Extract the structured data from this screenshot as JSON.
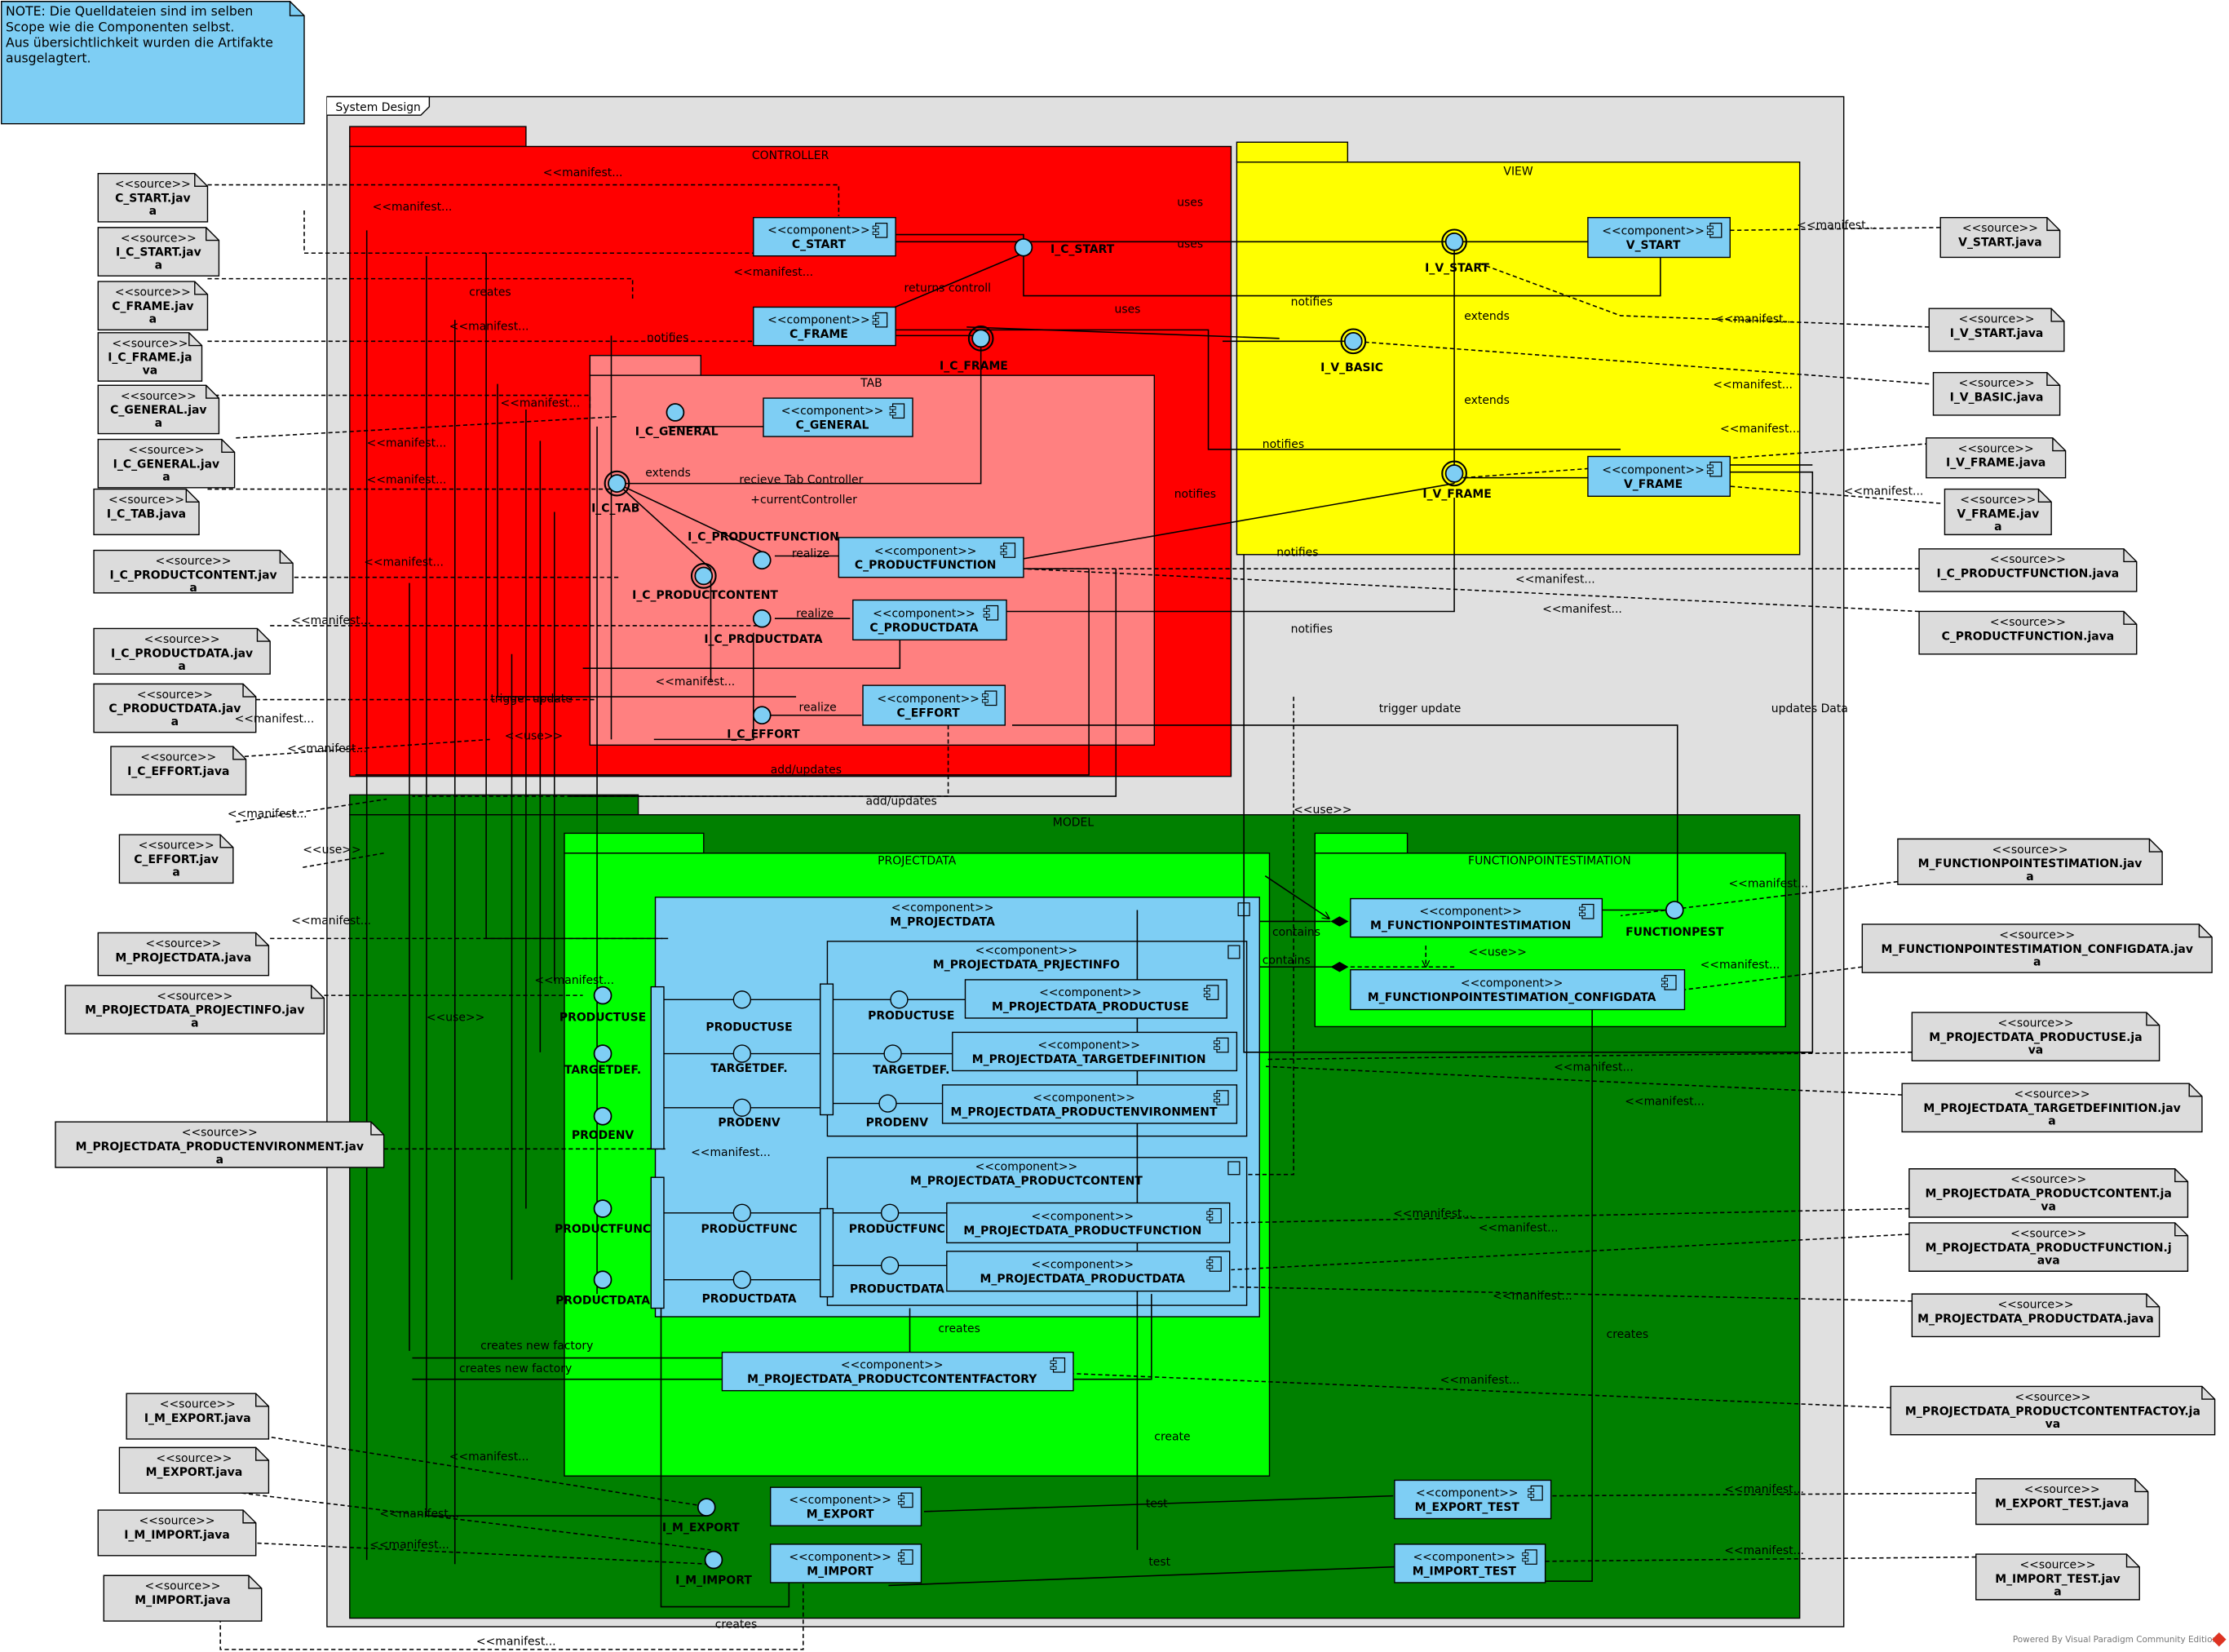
{
  "note": [
    "NOTE: Die Quelldateien sind im selben",
    "Scope wie die Componenten selbst.",
    "Aus übersichtlichkeit wurden die Artifakte",
    "ausgelagtert."
  ],
  "frame_title": "System Design",
  "packages": {
    "controller": "CONTROLLER",
    "view": "VIEW",
    "tab": "TAB",
    "model": "MODEL",
    "projectdata": "PROJECTDATA",
    "fpe": "FUNCTIONPOINTESTIMATION"
  },
  "stereo": {
    "component": "<<component>>",
    "source": "<<source>>",
    "manifest": "<<manifest...",
    "use": "<<use>>"
  },
  "components": [
    "C_START",
    "C_FRAME",
    "C_GENERAL",
    "C_PRODUCTFUNCTION",
    "C_PRODUCTDATA",
    "C_EFFORT",
    "V_START",
    "V_FRAME",
    "M_PROJECTDATA",
    "M_PROJECTDATA_PRJECTINFO",
    "M_PROJECTDATA_PRODUCTUSE",
    "M_PROJECTDATA_TARGETDEFINITION",
    "M_PROJECTDATA_PRODUCTENVIRONMENT",
    "M_PROJECTDATA_PRODUCTCONTENT",
    "M_PROJECTDATA_PRODUCTFUNCTION",
    "M_PROJECTDATA_PRODUCTDATA",
    "M_PROJECTDATA_PRODUCTCONTENTFACTORY",
    "M_FUNCTIONPOINTESTIMATION",
    "M_FUNCTIONPOINTESTIMATION_CONFIGDATA",
    "M_EXPORT",
    "M_IMPORT",
    "M_EXPORT_TEST",
    "M_IMPORT_TEST"
  ],
  "interfaces": [
    "I_C_START",
    "I_C_FRAME",
    "I_C_GENERAL",
    "I_C_TAB",
    "I_C_PRODUCTFUNCTION",
    "I_C_PRODUCTCONTENT",
    "I_C_PRODUCTDATA",
    "I_C_EFFORT",
    "I_V_START",
    "I_V_BASIC",
    "I_V_FRAME",
    "FUNCTIONPEST",
    "PRODUCTUSE",
    "TARGETDEF.",
    "PRODENV",
    "PRODUCTFUNC",
    "PRODUCTDATA",
    "I_M_EXPORT",
    "I_M_IMPORT"
  ],
  "sources": [
    [
      "C_START.jav",
      "a"
    ],
    [
      "I_C_START.jav",
      "a"
    ],
    [
      "C_FRAME.jav",
      "a"
    ],
    [
      "I_C_FRAME.ja",
      "va"
    ],
    [
      "C_GENERAL.jav",
      "a"
    ],
    [
      "I_C_GENERAL.jav",
      "a"
    ],
    [
      "I_C_TAB.java",
      ""
    ],
    [
      "I_C_PRODUCTCONTENT.jav",
      "a"
    ],
    [
      "I_C_PRODUCTDATA.jav",
      "a"
    ],
    [
      "C_PRODUCTDATA.jav",
      "a"
    ],
    [
      "I_C_EFFORT.java",
      ""
    ],
    [
      "C_EFFORT.jav",
      "a"
    ],
    [
      "M_PROJECTDATA.java",
      ""
    ],
    [
      "M_PROJECTDATA_PROJECTINFO.jav",
      "a"
    ],
    [
      "M_PROJECTDATA_PRODUCTENVIRONMENT.jav",
      "a"
    ],
    [
      "I_M_EXPORT.java",
      ""
    ],
    [
      "M_EXPORT.java",
      ""
    ],
    [
      "I_M_IMPORT.java",
      ""
    ],
    [
      "M_IMPORT.java",
      ""
    ],
    [
      "V_START.java",
      ""
    ],
    [
      "I_V_START.java",
      ""
    ],
    [
      "I_V_BASIC.java",
      ""
    ],
    [
      "I_V_FRAME.java",
      ""
    ],
    [
      "V_FRAME.jav",
      "a"
    ],
    [
      "I_C_PRODUCTFUNCTION.java",
      ""
    ],
    [
      "C_PRODUCTFUNCTION.java",
      ""
    ],
    [
      "M_FUNCTIONPOINTESTIMATION.jav",
      "a"
    ],
    [
      "M_FUNCTIONPOINTESTIMATION_CONFIGDATA.jav",
      "a"
    ],
    [
      "M_PROJECTDATA_PRODUCTUSE.ja",
      "va"
    ],
    [
      "M_PROJECTDATA_TARGETDEFINITION.jav",
      "a"
    ],
    [
      "M_PROJECTDATA_PRODUCTCONTENT.ja",
      "va"
    ],
    [
      "M_PROJECTDATA_PRODUCTFUNCTION.j",
      "ava"
    ],
    [
      "M_PROJECTDATA_PRODUCTDATA.java",
      ""
    ],
    [
      "M_PROJECTDATA_PRODUCTCONTENTFACTOY.ja",
      "va"
    ],
    [
      "M_EXPORT_TEST.java",
      ""
    ],
    [
      "M_IMPORT_TEST.jav",
      "a"
    ]
  ],
  "labels": {
    "uses": "uses",
    "returns_controll": "returns controll",
    "creates": "creates",
    "notifies": "notifies",
    "extends": "extends",
    "realize": "realize",
    "recieve": "recieve Tab Controller",
    "current": "+currentController",
    "trigger_update": "trigger update",
    "add_updates": "add/updates",
    "add_updates2": "add/updates",
    "updates_data": "updates Data",
    "contains": "contains",
    "creates_new_factory": "creates new factory",
    "create": "create",
    "test": "test"
  },
  "watermark": "Powered By Visual Paradigm Community Edition",
  "colors": {
    "controller": "#ff0000",
    "view": "#ffff00",
    "tab": "#ff8080",
    "model": "#008000",
    "projectdata": "#00ff00",
    "fpe": "#00ff00",
    "component": "#7ecef4",
    "note": "#7ecef4",
    "source": "#dcdcdc",
    "frame": "#e0e0e0"
  }
}
